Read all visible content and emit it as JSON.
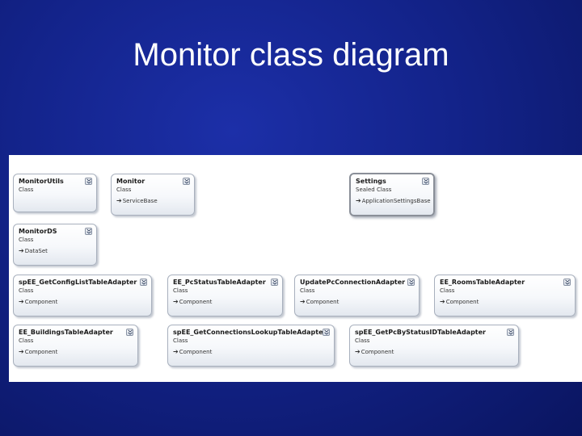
{
  "title": "Monitor class diagram",
  "icons": {
    "inheritance": "arrow-right-icon",
    "expand": "chevron-double-down-icon"
  },
  "classes": [
    {
      "name": "MonitorUtils",
      "kind": "Class",
      "base": ""
    },
    {
      "name": "Monitor",
      "kind": "Class",
      "base": "ServiceBase"
    },
    {
      "name": "Settings",
      "kind": "Sealed Class",
      "base": "ApplicationSettingsBase"
    },
    {
      "name": "MonitorDS",
      "kind": "Class",
      "base": "DataSet"
    },
    {
      "name": "spEE_GetConfigListTableAdapter",
      "kind": "Class",
      "base": "Component"
    },
    {
      "name": "EE_PcStatusTableAdapter",
      "kind": "Class",
      "base": "Component"
    },
    {
      "name": "UpdatePcConnectionAdapter",
      "kind": "Class",
      "base": "Component"
    },
    {
      "name": "EE_RoomsTableAdapter",
      "kind": "Class",
      "base": "Component"
    },
    {
      "name": "EE_BuildingsTableAdapter",
      "kind": "Class",
      "base": "Component"
    },
    {
      "name": "spEE_GetConnectionsLookupTableAdapter",
      "kind": "Class",
      "base": "Component"
    },
    {
      "name": "spEE_GetPcByStatusIDTableAdapter",
      "kind": "Class",
      "base": "Component"
    }
  ]
}
